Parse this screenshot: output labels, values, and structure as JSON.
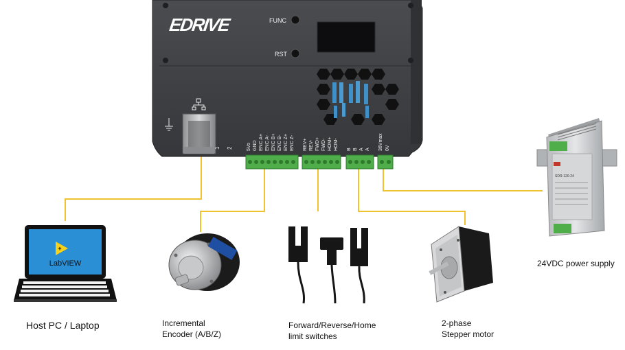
{
  "device": {
    "brand": "EDRIVE",
    "buttons": [
      "FUNC",
      "RST"
    ],
    "port_numbers": [
      "1",
      "2"
    ],
    "pin_labels": [
      "5Vo",
      "GND",
      "ENC A+",
      "ENC A-",
      "ENC B+",
      "ENC B-",
      "ENC Z+",
      "ENC Z-",
      "REV+",
      "REV-",
      "FWD+",
      "FWD-",
      "HOM+",
      "HOM-",
      "B",
      "B",
      "A",
      "A",
      "36Vmax",
      "0V"
    ]
  },
  "components": {
    "host": "Host PC / Laptop",
    "software": "LabVIEW",
    "encoder_line1": "Incremental",
    "encoder_line2": "Encoder (A/B/Z)",
    "switches_line1": "Forward/Reverse/Home",
    "switches_line2": "limit switches",
    "motor_line1": "2-phase",
    "motor_line2": "Stepper  motor",
    "psu": "24VDC power supply",
    "psu_model": "SDR-120-24"
  },
  "colors": {
    "wire": "#f2c12e",
    "device_body": "#3f4144",
    "terminal_green": "#4fae4a",
    "led_blue": "#3f8fc8"
  }
}
